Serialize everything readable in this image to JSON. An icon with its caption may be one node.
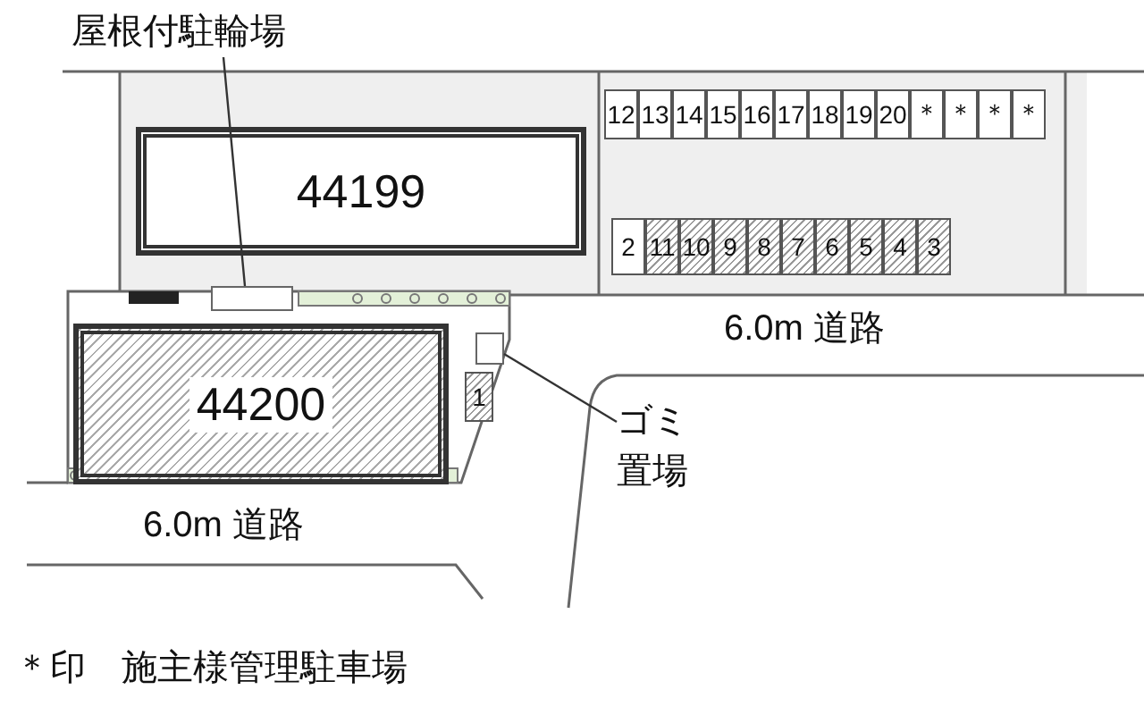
{
  "diagram": {
    "nodes": [
      {
        "text": [
          "屋根付駐輪場"
        ]
      },
      {
        "text": [
          "12"
        ]
      },
      {
        "text": [
          "13"
        ]
      },
      {
        "text": [
          "14"
        ]
      },
      {
        "text": [
          "15"
        ]
      },
      {
        "text": [
          "16"
        ]
      },
      {
        "text": [
          "17"
        ]
      },
      {
        "text": [
          "18"
        ]
      },
      {
        "text": [
          "19"
        ]
      },
      {
        "text": [
          "20"
        ]
      },
      {
        "text": [
          "＊"
        ]
      },
      {
        "text": [
          "＊"
        ]
      },
      {
        "text": [
          "＊"
        ]
      },
      {
        "text": [
          "＊"
        ]
      },
      {
        "text": [
          "44199"
        ]
      },
      {
        "text": [
          "2"
        ]
      },
      {
        "text": [
          "11"
        ]
      },
      {
        "text": [
          "10"
        ]
      },
      {
        "text": [
          "9"
        ]
      },
      {
        "text": [
          "8"
        ]
      },
      {
        "text": [
          "7"
        ]
      },
      {
        "text": [
          "6"
        ]
      },
      {
        "text": [
          "5"
        ]
      },
      {
        "text": [
          "4"
        ]
      },
      {
        "text": [
          "3"
        ]
      },
      {
        "text": [],
        "shape": "box"
      },
      {
        "text": [
          "44200"
        ]
      },
      {
        "text": [
          "1"
        ]
      },
      {
        "text": [],
        "shape": "box"
      },
      {
        "text": [
          "ゴミ置場"
        ]
      }
    ],
    "edges": [
      {
        "from": 0,
        "to": 25,
        "arrow": "none"
      },
      {
        "from": 29,
        "to": 28,
        "arrow": "none"
      }
    ],
    "labels": [
      "6.0m 道路",
      "6.0m 道路",
      "＊印　施主様管理駐車場"
    ]
  }
}
